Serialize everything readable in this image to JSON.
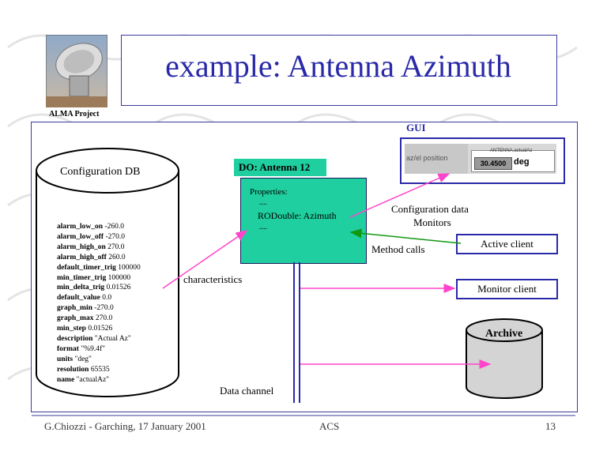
{
  "title": "example: Antenna Azimuth",
  "logo": {
    "label": "ALMA Project",
    "icon": "antenna-icon"
  },
  "gui": {
    "label": "GUI",
    "left_text": "az/el position",
    "right_header": "ANTENNA.actualAz",
    "value": "30.4500",
    "unit": "deg"
  },
  "config_db": {
    "title": "Configuration DB",
    "items": [
      {
        "key": "alarm_low_on",
        "value": "-260.0"
      },
      {
        "key": "alarm_low_off",
        "value": "-270.0"
      },
      {
        "key": "alarm_high_on",
        "value": "270.0"
      },
      {
        "key": "alarm_high_off",
        "value": "260.0"
      },
      {
        "key": "default_timer_trig",
        "value": "100000"
      },
      {
        "key": "min_timer_trig",
        "value": "100000"
      },
      {
        "key": "min_delta_trig",
        "value": "0.01526"
      },
      {
        "key": "default_value",
        "value": "0.0"
      },
      {
        "key": "graph_min",
        "value": "-270.0"
      },
      {
        "key": "graph_max",
        "value": "270.0"
      },
      {
        "key": "min_step",
        "value": "0.01526"
      },
      {
        "key": "description",
        "value": "\"Actual Az\""
      },
      {
        "key": "format",
        "value": "\"%9.4f\""
      },
      {
        "key": "units",
        "value": "\"deg\""
      },
      {
        "key": "resolution",
        "value": "65535"
      },
      {
        "key": "name",
        "value": "\"actualAz\""
      }
    ]
  },
  "do_box": {
    "label": "DO: Antenna 12",
    "properties_label": "Properties:",
    "dots1": "....",
    "property": "RODouble: Azimuth",
    "dots2": "...."
  },
  "labels": {
    "characteristics": "characteristics",
    "config_data": "Configuration data",
    "monitors": "Monitors",
    "method_calls": "Method calls",
    "data_channel": "Data channel"
  },
  "clients": {
    "active": "Active client",
    "monitor": "Monitor client",
    "archive": "Archive"
  },
  "footer": {
    "author": "G.Chiozzi - Garching, 17 January 2001",
    "center": "ACS",
    "page": "13"
  },
  "colors": {
    "title": "#2a2aa8",
    "do_fill": "#1fcf9f",
    "arrow_pink": "#ff44cc",
    "arrow_green": "#119911",
    "border": "#2a2aa8"
  }
}
